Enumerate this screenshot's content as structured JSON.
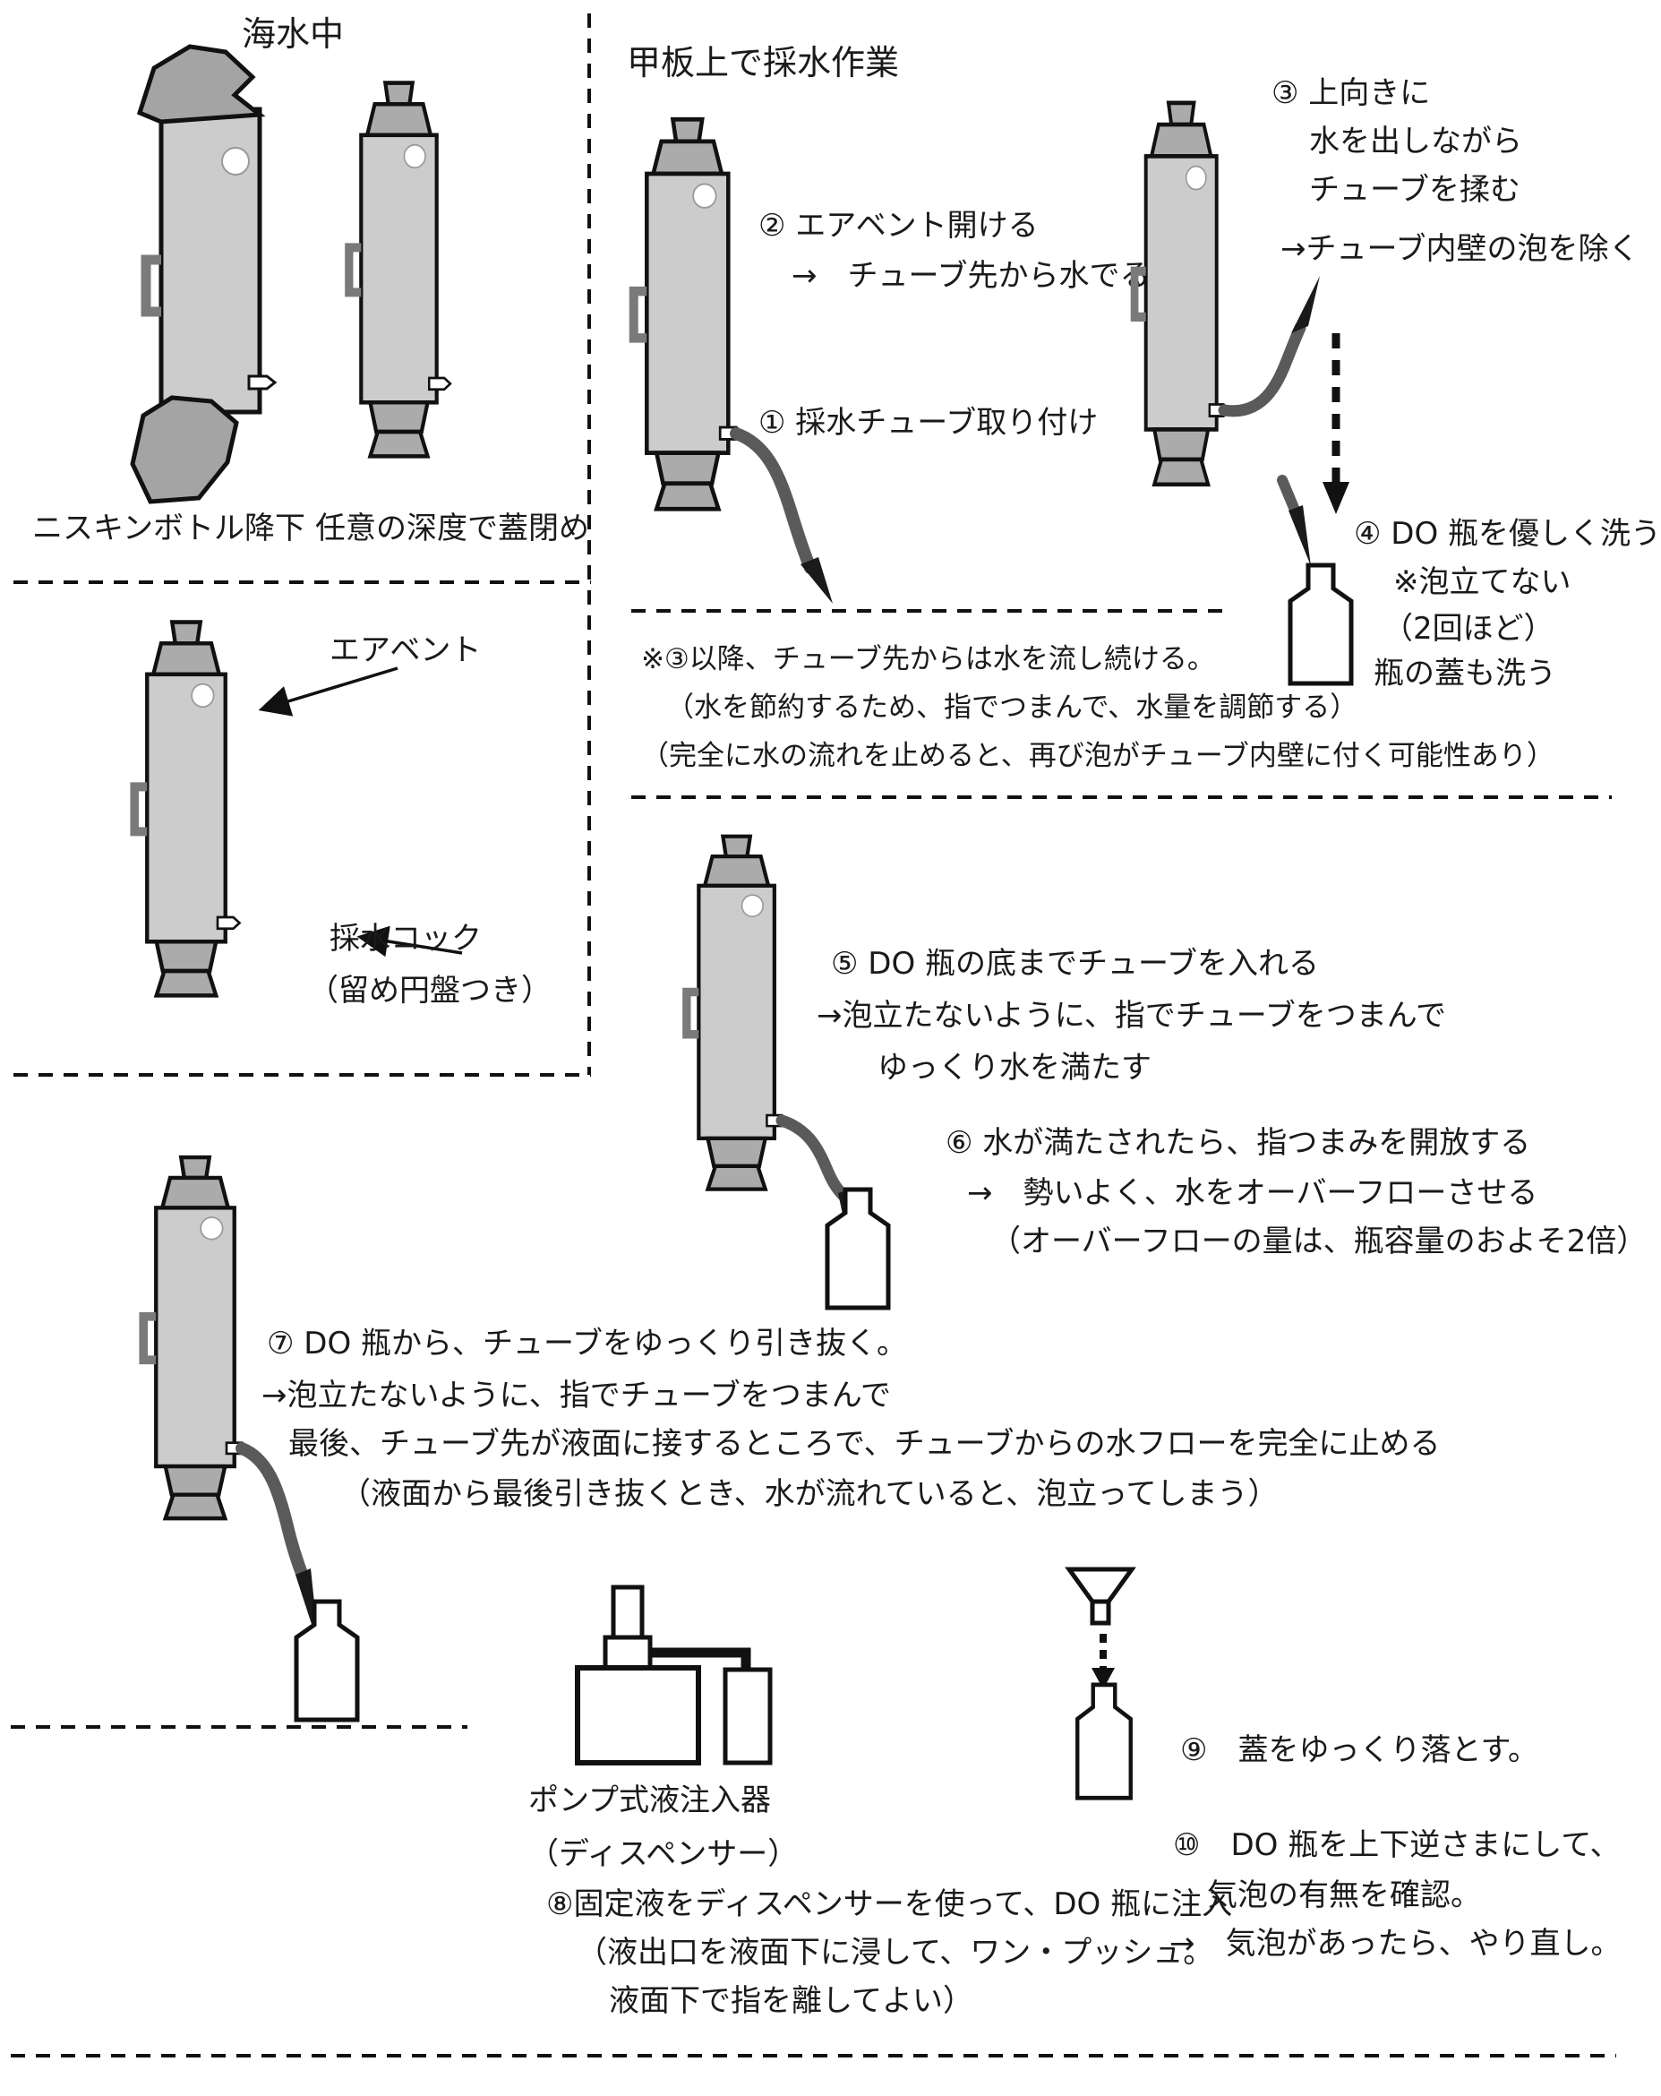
{
  "colors": {
    "bottle_body": "#cccccc",
    "bottle_cap": "#ababab",
    "tube": "#5a5a5a",
    "ink": "#111111"
  },
  "seawater": {
    "title": "海水中",
    "caption_drop": "ニスキンボトル降下",
    "caption_close": "任意の深度で蓋閉め"
  },
  "deck": {
    "title": "甲板上で採水作業",
    "step2_l1": "② エアベント開ける",
    "step2_l2": "→　チューブ先から水でる",
    "step1": "① 採水チューブ取り付け",
    "step3_l1": "③ 上向きに",
    "step3_l2": "水を出しながら",
    "step3_l3": "チューブを揉む",
    "step3_l4": "→チューブ内壁の泡を除く",
    "step4_l1": "④ DO 瓶を優しく洗う",
    "step4_l2": "※泡立てない",
    "step4_l3": "（2回ほど）",
    "step4_l4": "瓶の蓋も洗う"
  },
  "note": {
    "l1": "※③以降、チューブ先からは水を流し続ける。",
    "l2": "（水を節約するため、指でつまんで、水量を調節する）",
    "l3": "（完全に水の流れを止めると、再び泡がチューブ内壁に付く可能性あり）"
  },
  "vent_detail": {
    "air_vent": "エアベント",
    "cock_l1": "採水コック",
    "cock_l2": "（留め円盤つき）"
  },
  "fill": {
    "step5_l1": "⑤ DO 瓶の底までチューブを入れる",
    "step5_l2": "→泡立たないように、指でチューブをつまんで",
    "step5_l3": "ゆっくり水を満たす",
    "step6_l1": "⑥ 水が満たされたら、指つまみを開放する",
    "step6_l2": "→　勢いよく、水をオーバーフローさせる",
    "step6_l3": "（オーバーフローの量は、瓶容量のおよそ2倍）"
  },
  "withdraw": {
    "step7_l1": "⑦ DO 瓶から、チューブをゆっくり引き抜く。",
    "step7_l2": "→泡立たないように、指でチューブをつまんで",
    "step7_l3": "最後、チューブ先が液面に接するところで、チューブからの水フローを完全に止める",
    "step7_l4": "（液面から最後引き抜くとき、水が流れていると、泡立ってしまう）"
  },
  "fix": {
    "dispenser_l1": "ポンプ式液注入器",
    "dispenser_l2": "（ディスペンサー）",
    "step8_l1": "⑧固定液をディスペンサーを使って、DO 瓶に注入",
    "step8_l2": "（液出口を液面下に浸して、ワン・プッシュ。",
    "step8_l3": "液面下で指を離してよい）",
    "step9": "⑨　蓋をゆっくり落とす。",
    "step10_l1": "⑩　DO 瓶を上下逆さまにして、",
    "step10_l2": "気泡の有無を確認。",
    "step10_l3": "→　気泡があったら、やり直し。"
  }
}
